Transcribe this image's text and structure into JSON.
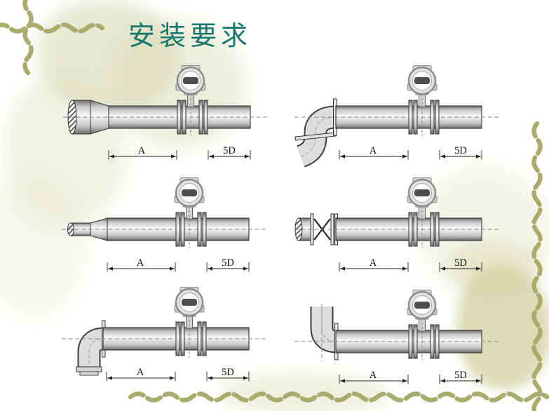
{
  "slide": {
    "title": "安装要求",
    "title_color": "#16786d",
    "background_color": "#fffffe",
    "decoration_color": "#a8ac6c"
  },
  "diagrams": [
    {
      "id": "reducer-upstream",
      "inlet": "reducer",
      "device": "vortex-flowmeter",
      "upstream_label": "A",
      "downstream_label": "5D"
    },
    {
      "id": "s-bend-upstream",
      "inlet": "s-bend",
      "device": "vortex-flowmeter",
      "upstream_label": "A",
      "downstream_label": "5D"
    },
    {
      "id": "expander-upstream",
      "inlet": "expander",
      "device": "vortex-flowmeter",
      "upstream_label": "A",
      "downstream_label": "5D"
    },
    {
      "id": "valve-upstream",
      "inlet": "valve",
      "device": "vortex-flowmeter",
      "upstream_label": "A",
      "downstream_label": "5D"
    },
    {
      "id": "elbow-below-upstream",
      "inlet": "elbow-below",
      "device": "vortex-flowmeter",
      "upstream_label": "A",
      "downstream_label": "5D"
    },
    {
      "id": "elbow-above-upstream",
      "inlet": "elbow-above",
      "device": "vortex-flowmeter",
      "upstream_label": "A",
      "downstream_label": "5D"
    }
  ]
}
